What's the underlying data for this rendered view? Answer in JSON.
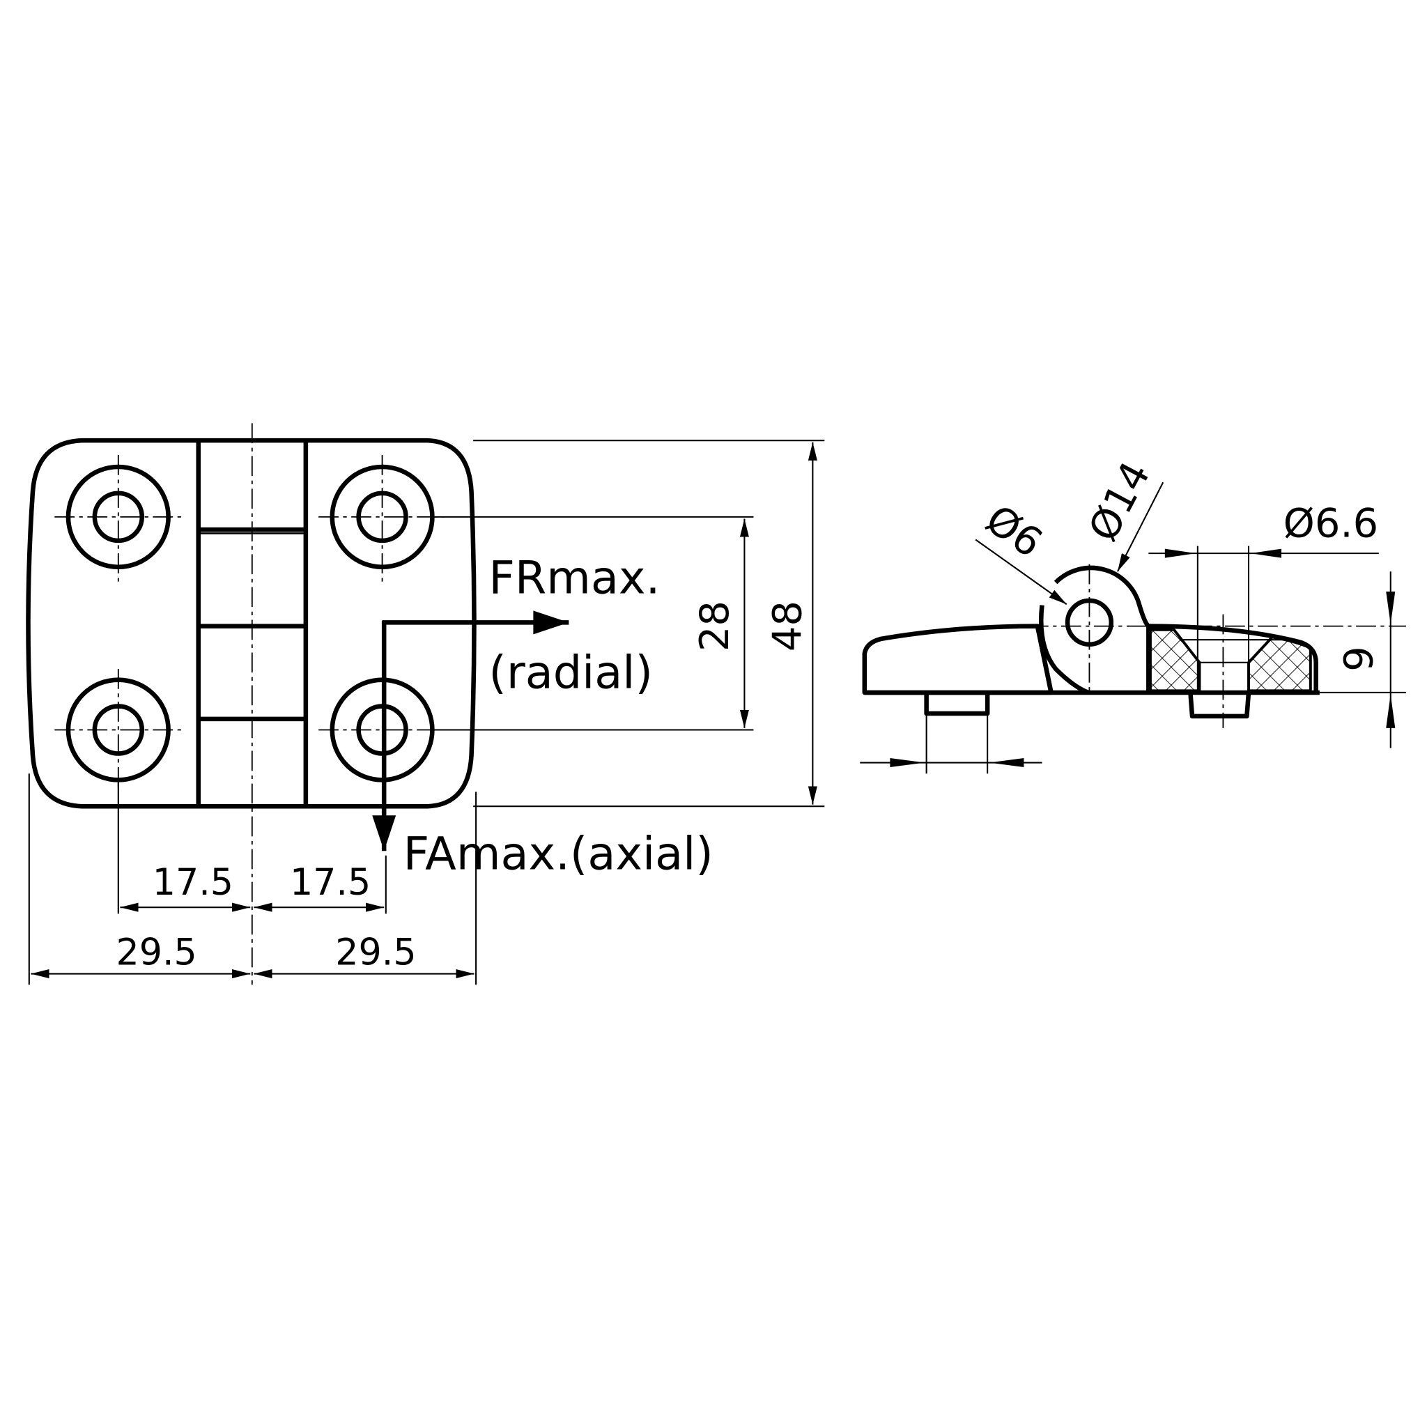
{
  "front_view": {
    "dims": {
      "hole_spacing_vertical": "28",
      "overall_height": "48",
      "hole_offset_left": "17.5",
      "hole_offset_right": "17.5",
      "half_width_left": "29.5",
      "half_width_right": "29.5"
    },
    "forces": {
      "radial_line1": "FRmax.",
      "radial_line2": "(radial)",
      "axial": "FAmax.(axial)"
    }
  },
  "side_view": {
    "dims": {
      "pin_diameter": "Ø6",
      "knuckle_diameter": "Ø14",
      "hole_diameter": "Ø6.6",
      "thickness": "9"
    }
  }
}
